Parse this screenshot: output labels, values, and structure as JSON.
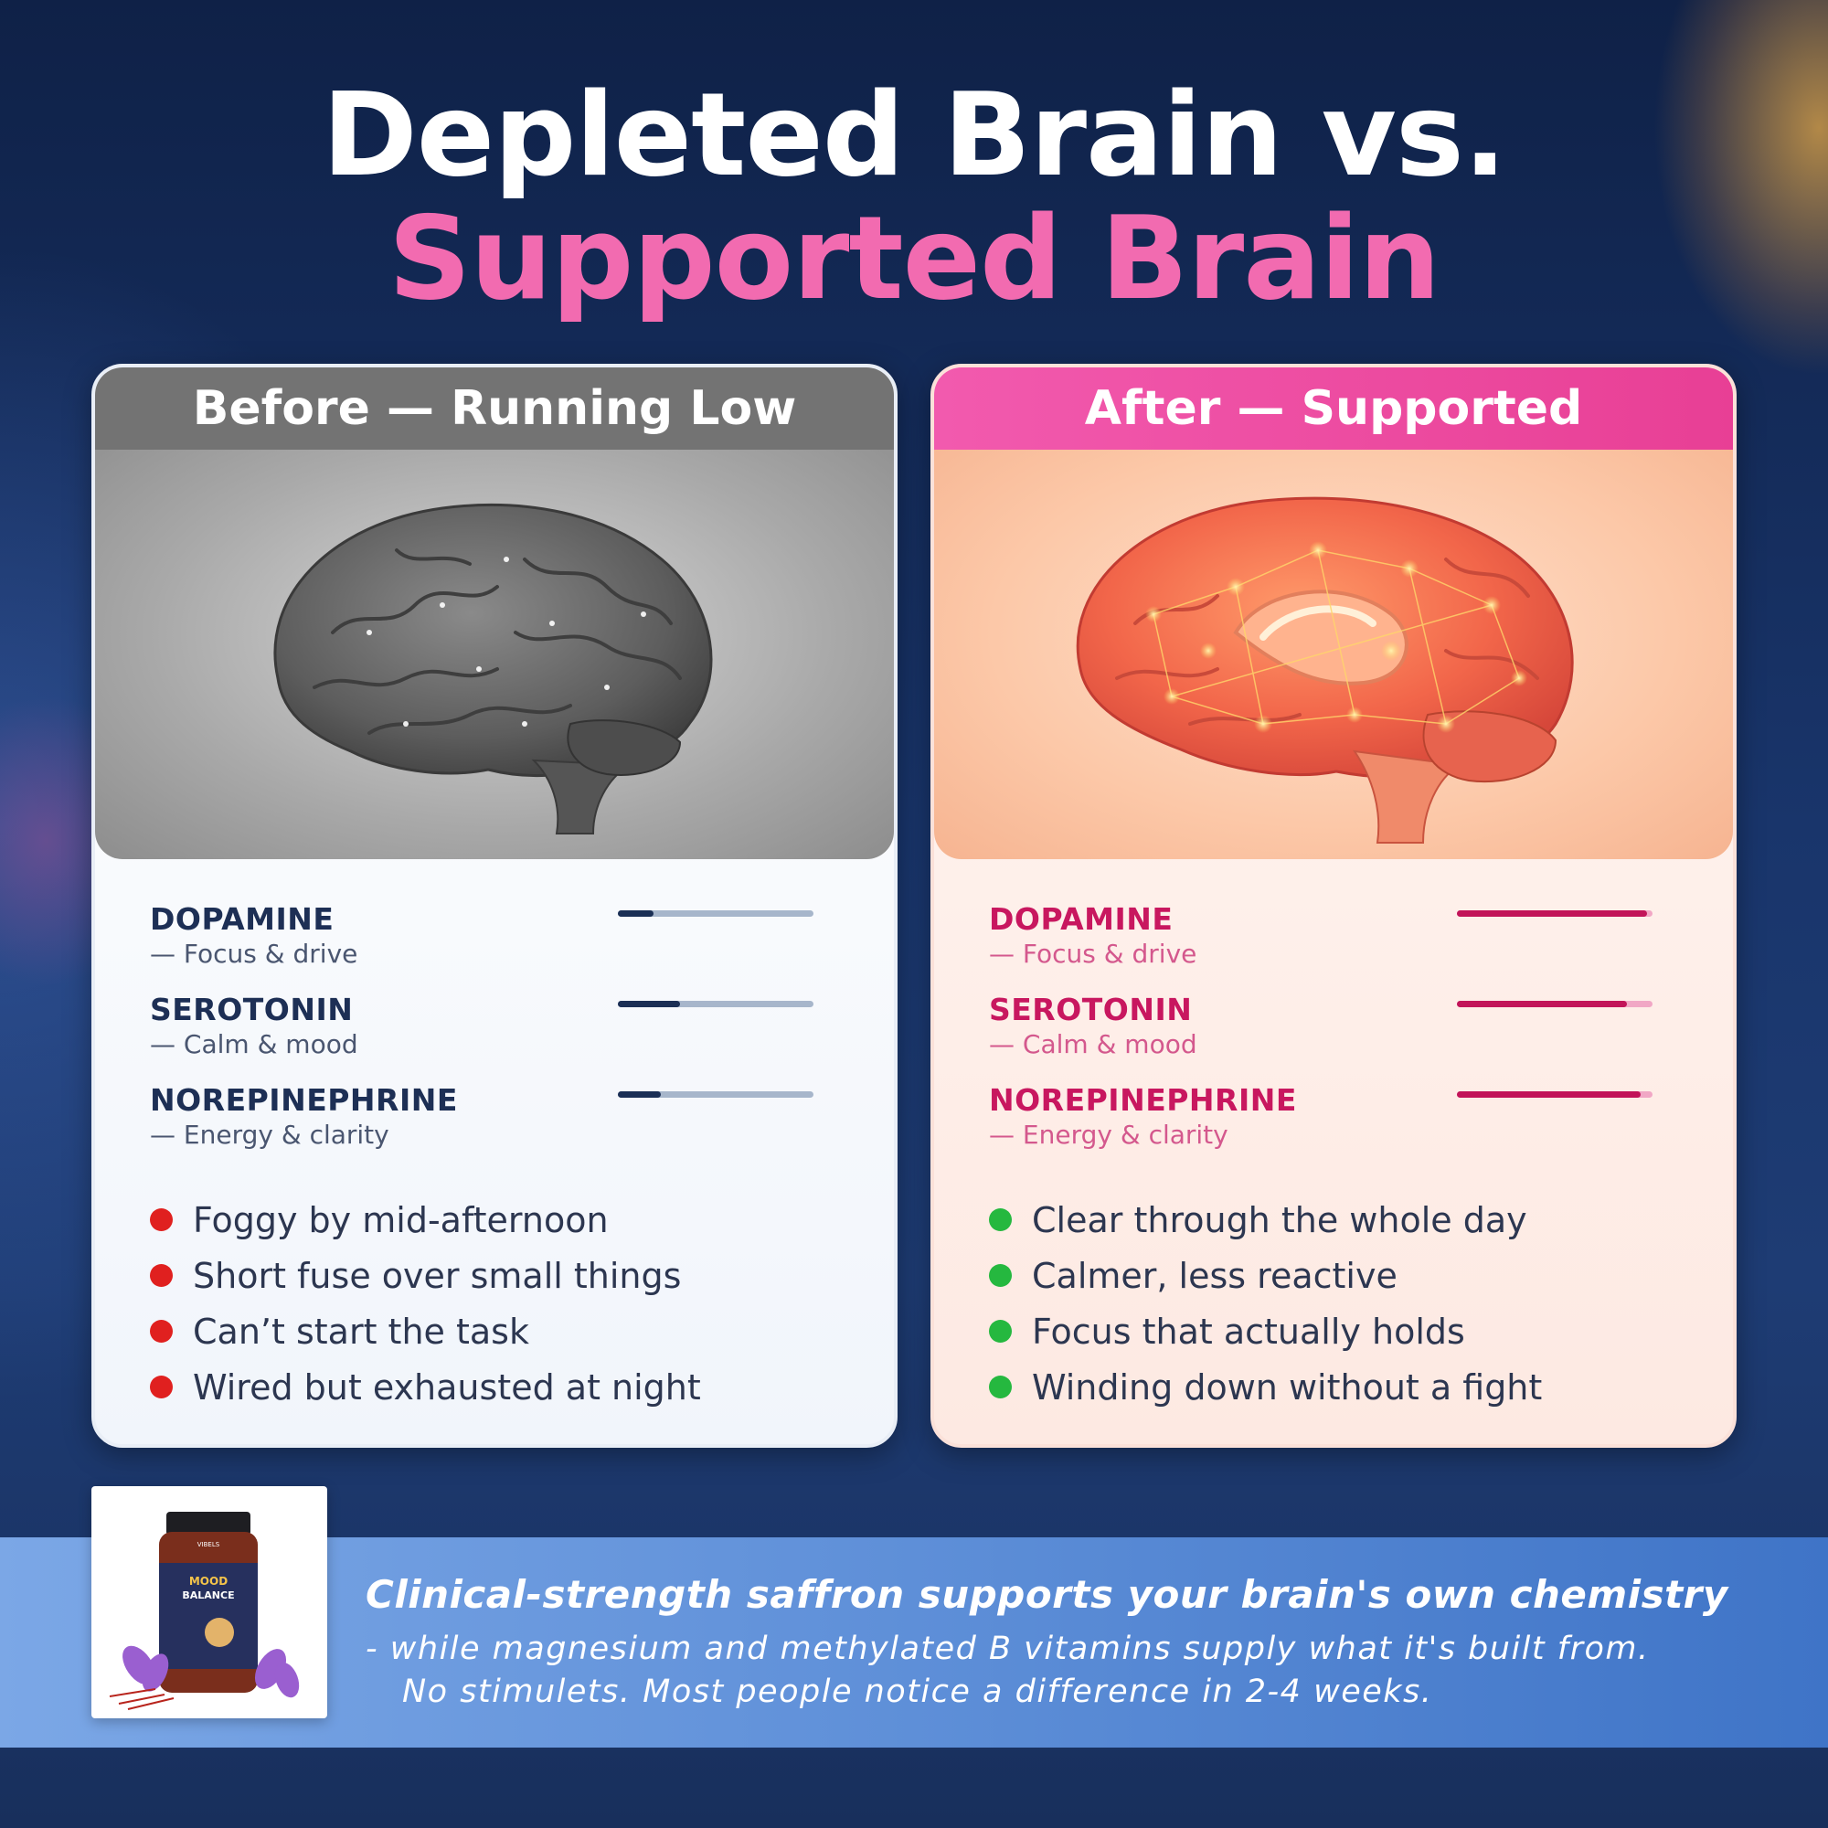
{
  "headline": {
    "line1": "Depleted Brain vs.",
    "line2": "Supported Brain"
  },
  "before_card": {
    "header": "Before — Running Low",
    "neurotransmitters": [
      {
        "name": "DOPAMINE",
        "sub": "— Focus & drive",
        "level": 0.18
      },
      {
        "name": "SEROTONIN",
        "sub": "— Calm & mood",
        "level": 0.32
      },
      {
        "name": "NOREPINEPHRINE",
        "sub": "— Energy & clarity",
        "level": 0.22
      }
    ],
    "symptoms": [
      "Foggy by mid-afternoon",
      "Short fuse over small things",
      "Can’t start the task",
      "Wired but exhausted at night"
    ]
  },
  "after_card": {
    "header": "After — Supported",
    "neurotransmitters": [
      {
        "name": "DOPAMINE",
        "sub": "— Focus & drive",
        "level": 0.97
      },
      {
        "name": "SEROTONIN",
        "sub": "— Calm & mood",
        "level": 0.87
      },
      {
        "name": "NOREPINEPHRINE",
        "sub": "— Energy & clarity",
        "level": 0.94
      }
    ],
    "benefits": [
      "Clear through the whole day",
      "Calmer, less reactive",
      "Focus that actually holds",
      "Winding down without a fight"
    ]
  },
  "product": {
    "brand": "VIBELS",
    "name_line1": "MOOD",
    "name_line2": "BALANCE"
  },
  "banner": {
    "title": "Clinical-strength saffron supports your brain's own chemistry",
    "sub_line1": "- while magnesium and methylated B vitamins supply what it's built from.",
    "sub_line2": "No stimulets. Most people notice a difference in 2-4 weeks."
  },
  "colors": {
    "accent_pink": "#f26bb0",
    "before_bar": "#1b2f55",
    "after_bar": "#c21459",
    "bad_dot": "#e0201f",
    "good_dot": "#25b83f"
  }
}
